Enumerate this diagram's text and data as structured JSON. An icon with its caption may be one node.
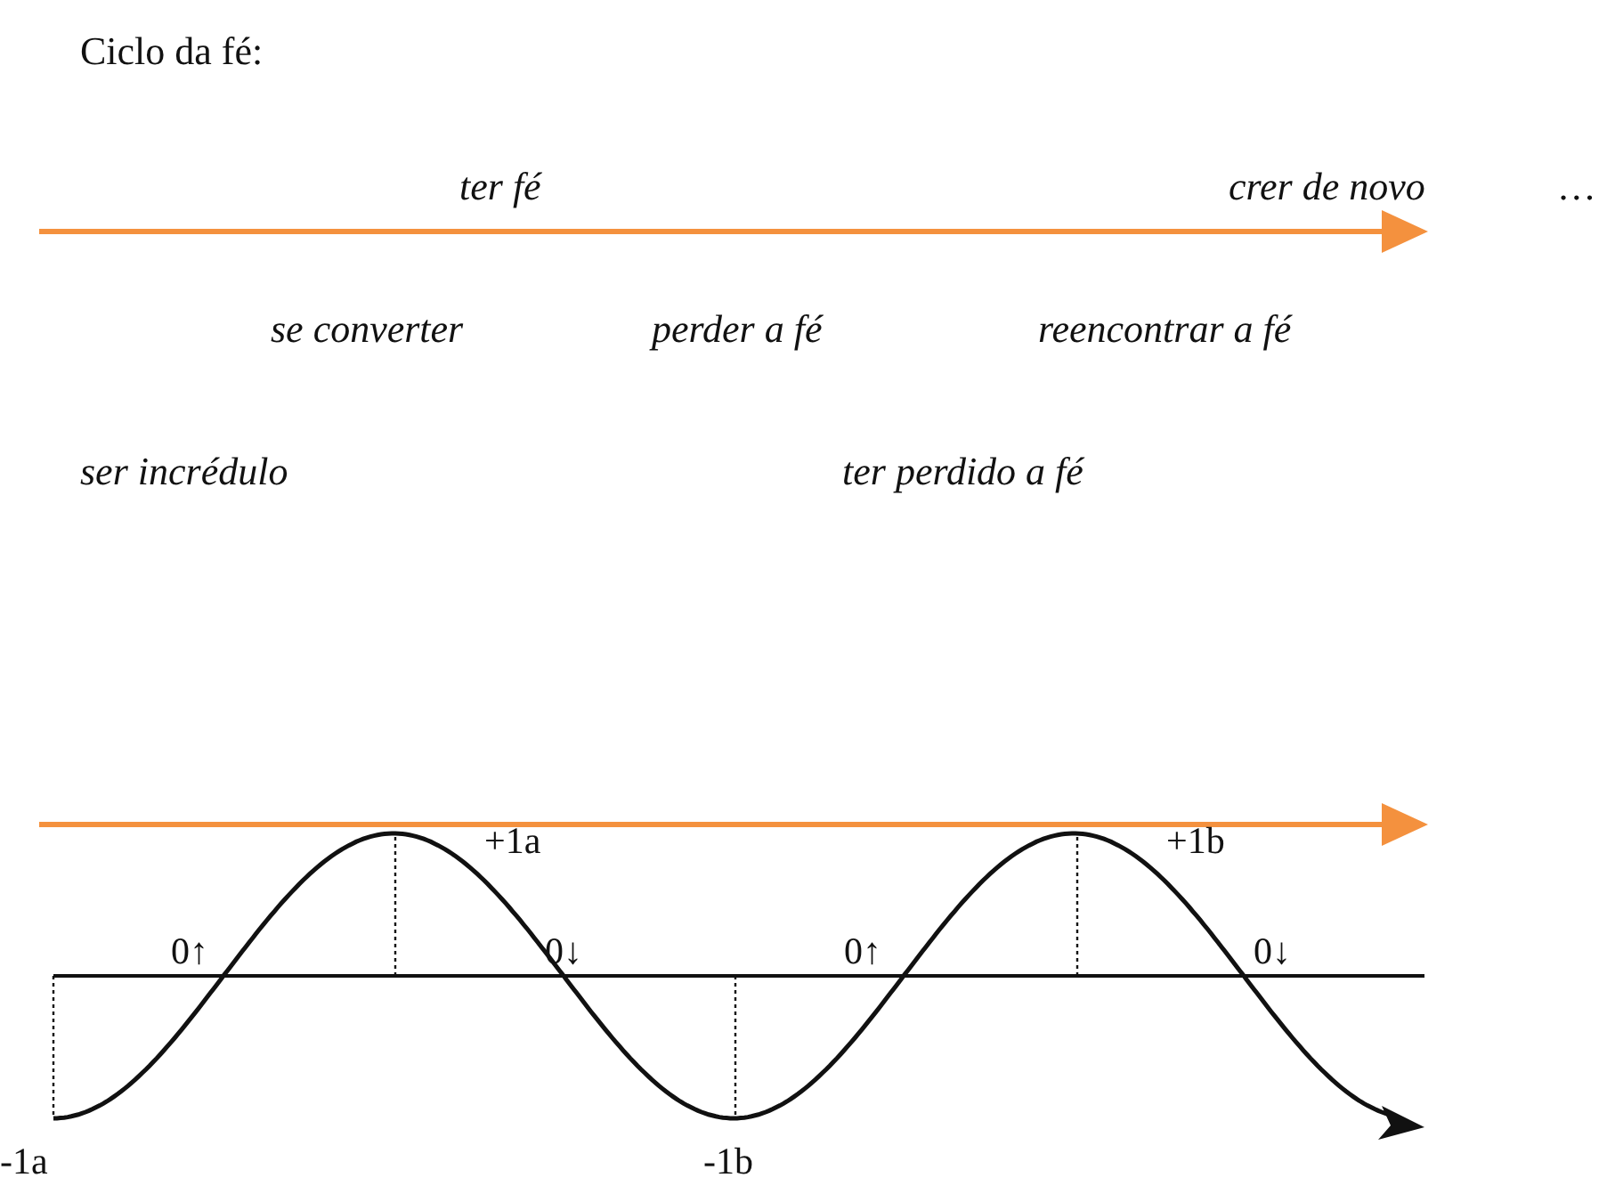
{
  "diagram": {
    "title": "Ciclo da fé:",
    "labels": [
      "ter fé",
      "crer de novo",
      "…",
      "se converter",
      "perder a fé",
      "reencontrar a fé",
      "ser incrédulo",
      "ter perdido a fé",
      "+1a",
      "+1b",
      "0↑",
      "0↓",
      "0↑",
      "0↓",
      "-1a",
      "-1b"
    ]
  }
}
